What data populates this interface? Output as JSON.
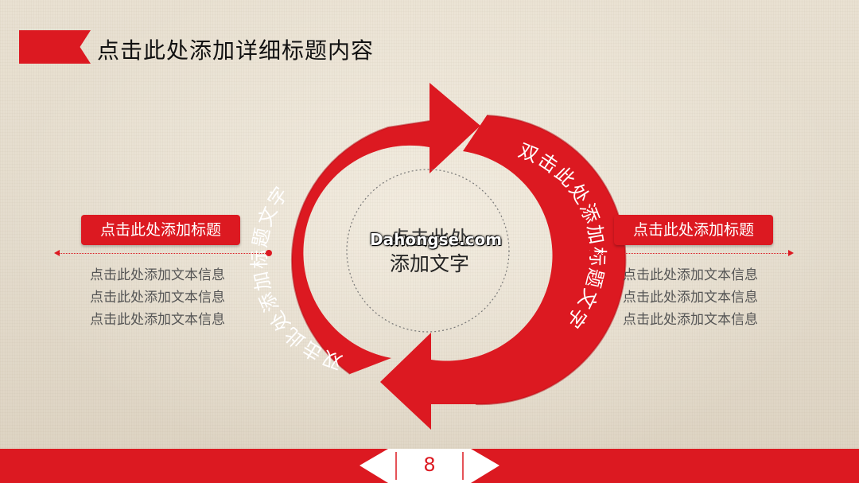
{
  "header": {
    "title": "点击此处添加详细标题内容"
  },
  "cycle": {
    "left_arc_text": "双击此处添加标题文字",
    "right_arc_text": "双击此处添加标题文字",
    "center_overlay": "点击此处",
    "center_line": "添加文字"
  },
  "watermark": "Dahongse.com",
  "left_panel": {
    "tag": "点击此处添加标题",
    "lines": [
      "点击此处添加文本信息",
      "点击此处添加文本信息",
      "点击此处添加文本信息"
    ]
  },
  "right_panel": {
    "tag": "点击此处添加标题",
    "lines": [
      "点击此处添加文本信息",
      "点击此处添加文本信息",
      "点击此处添加文本信息"
    ]
  },
  "footer": {
    "page_number": "8"
  },
  "colors": {
    "accent": "#dc1921",
    "background": "#e6ded0",
    "text": "#111111",
    "muted_text": "#555555"
  }
}
